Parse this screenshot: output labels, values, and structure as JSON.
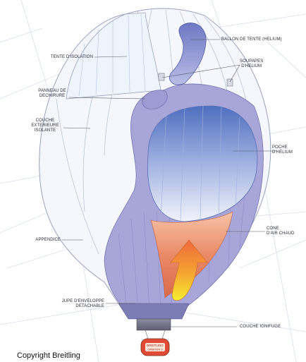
{
  "labels": {
    "ballon_de_tente": "BALLON DE TENTE (HELIUM)",
    "soupapes": "SOUPAPES\nD'HELIUM",
    "tente_isolation": "TENTE D'ISOLATION",
    "panneau_dechirure": "PANNEAU DE\nDECHIRURE",
    "couche_exterieure": "COUCHE\nEXTERIEURE\nISOLANTE",
    "poche_helium": "POCHE\nD'HELIUM",
    "appendice": "APPENDICE",
    "cone_air_chaud": "CONE\nD'AIR CHAUD",
    "jupe_enveloppe": "JUPE D'ENVELOPPE\nDETACHABLE",
    "couche_ignifuge": "COUCHE IGNIFUGE"
  },
  "gondola": {
    "line1": "BREITLING",
    "line2": "ORBITER 3"
  },
  "copyright": "Copyright Breitling",
  "colors": {
    "envelope": "#f4f6fb",
    "envelope_shadow": "#dfe3f0",
    "inner_lavender": "#a9a8d8",
    "helium_top": "#5a78c4",
    "helium_bottom": "#eef0fa",
    "hot_air_top": "#e27a5a",
    "hot_air_bottom": "#f3b596",
    "arrow_top": "#ef7040",
    "arrow_bottom": "#f6e52a",
    "skirt": "#7f7fb8",
    "fireproof": "#7d7d8c",
    "leader": "#555566",
    "map_lines": "#c5cde0"
  }
}
